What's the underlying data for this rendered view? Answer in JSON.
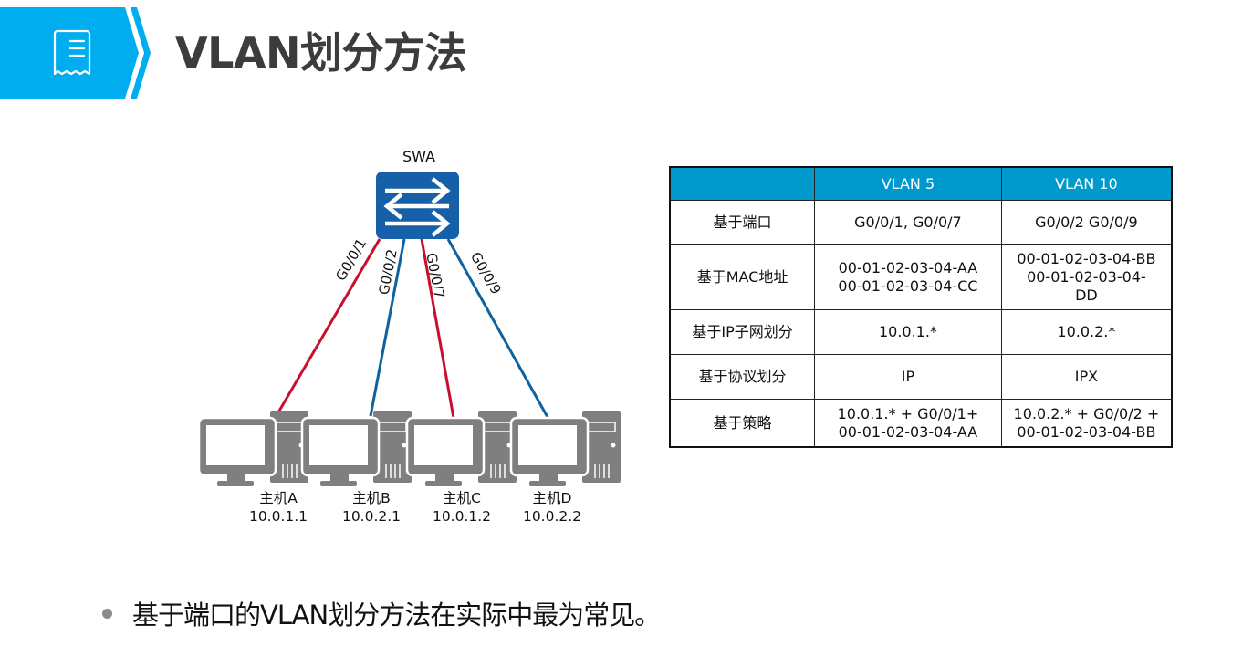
{
  "header": {
    "icon": "document-list-icon",
    "title": "VLAN划分方法",
    "accent_color": "#00aeef"
  },
  "diagram": {
    "switch": {
      "label": "SWA",
      "icon": "switch-arrows-icon",
      "color": "#1560a8"
    },
    "links": [
      {
        "port": "G0/0/1",
        "host": "主机A",
        "color": "#c8102e"
      },
      {
        "port": "G0/0/2",
        "host": "主机B",
        "color": "#0f62a0"
      },
      {
        "port": "G0/0/7",
        "host": "主机C",
        "color": "#c8102e"
      },
      {
        "port": "G0/0/9",
        "host": "主机D",
        "color": "#0f62a0"
      }
    ],
    "hosts": [
      {
        "name": "主机A",
        "ip": "10.0.1.1"
      },
      {
        "name": "主机B",
        "ip": "10.0.2.1"
      },
      {
        "name": "主机C",
        "ip": "10.0.1.2"
      },
      {
        "name": "主机D",
        "ip": "10.0.2.2"
      }
    ]
  },
  "table": {
    "header_color": "#0099cc",
    "columns": [
      "",
      "VLAN 5",
      "VLAN 10"
    ],
    "rows": [
      {
        "method": "基于端口",
        "vlan5": [
          "G0/0/1, G0/0/7"
        ],
        "vlan10": [
          "G0/0/2 G0/0/9"
        ]
      },
      {
        "method": "基于MAC地址",
        "vlan5": [
          "00-01-02-03-04-AA",
          "00-01-02-03-04-CC"
        ],
        "vlan10": [
          "00-01-02-03-04-BB",
          "00-01-02-03-04-",
          "DD"
        ]
      },
      {
        "method": "基于IP子网划分",
        "vlan5": [
          "10.0.1.*"
        ],
        "vlan10": [
          "10.0.2.*"
        ]
      },
      {
        "method": "基于协议划分",
        "vlan5": [
          "IP"
        ],
        "vlan10": [
          "IPX"
        ]
      },
      {
        "method": "基于策略",
        "vlan5": [
          "10.0.1.* + G0/0/1+",
          "00-01-02-03-04-AA"
        ],
        "vlan10": [
          "10.0.2.* + G0/0/2 +",
          "00-01-02-03-04-BB"
        ]
      }
    ]
  },
  "bullets": [
    "基于端口的VLAN划分方法在实际中最为常见。"
  ]
}
